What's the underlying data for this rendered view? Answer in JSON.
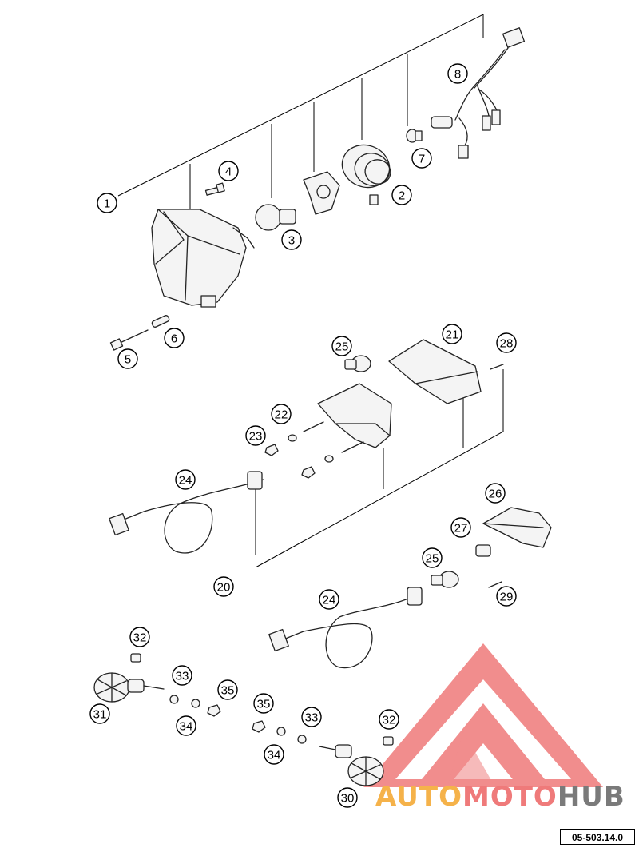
{
  "diagram": {
    "document_code": "05-503.14.0",
    "labels": [
      "1",
      "2",
      "3",
      "4",
      "5",
      "6",
      "7",
      "8",
      "20",
      "21",
      "22",
      "23",
      "24",
      "24",
      "25",
      "25",
      "26",
      "27",
      "28",
      "29",
      "30",
      "31",
      "32",
      "32",
      "33",
      "33",
      "34",
      "34",
      "35",
      "35"
    ]
  },
  "watermark": {
    "part_auto": "AUTO",
    "part_moto": "MOTO",
    "part_hub": "HUB",
    "colors": {
      "auto": "#f5b24a",
      "moto": "#ef7a7a",
      "hub": "#7a7a7a",
      "triangle": "#ef6f6f"
    },
    "icon": "warning-triangle-logo-icon"
  }
}
